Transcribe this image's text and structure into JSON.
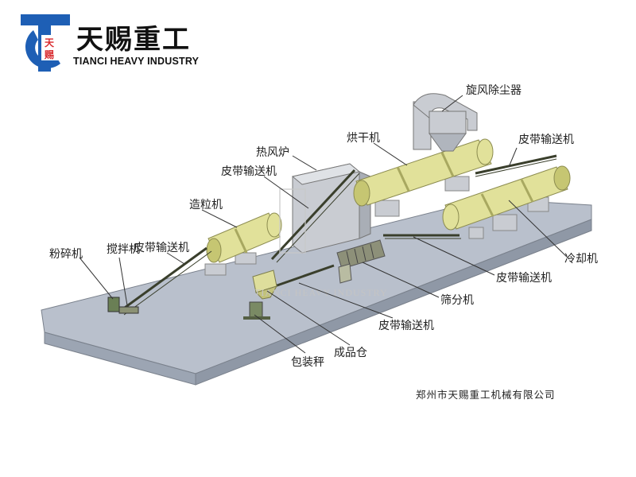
{
  "brand": {
    "name_cn": "天赐重工",
    "name_en": "TIANCI HEAVY INDUSTRY",
    "logo_chars": [
      "天",
      "赐"
    ],
    "color_blue": "#1e5fb5",
    "color_red": "#d8282c"
  },
  "watermark": "TIANCI HEAVY INDUSTRY",
  "company": "郑州市天赐重工机械有限公司",
  "labels": {
    "cyclone": "旋风除尘器",
    "dryer": "烘干机",
    "hot_furnace": "热风炉",
    "belt_a": "皮带输送机",
    "belt_b": "皮带输送机",
    "belt_c": "皮带输送机",
    "belt_d": "皮带输送机",
    "belt_e": "皮带输送机",
    "granulator": "造粒机",
    "crusher": "粉碎机",
    "mixer": "搅拌机",
    "cooler": "冷却机",
    "screener": "筛分机",
    "bagger": "包装秤",
    "silo": "成品仓"
  },
  "colors": {
    "platform_top": "#b9c0cc",
    "platform_side": "#9ca5b3",
    "drum": "#e1e19a",
    "drum_dark": "#c6c672",
    "machine": "#c9ccd2",
    "belt": "#3a3f2c"
  }
}
